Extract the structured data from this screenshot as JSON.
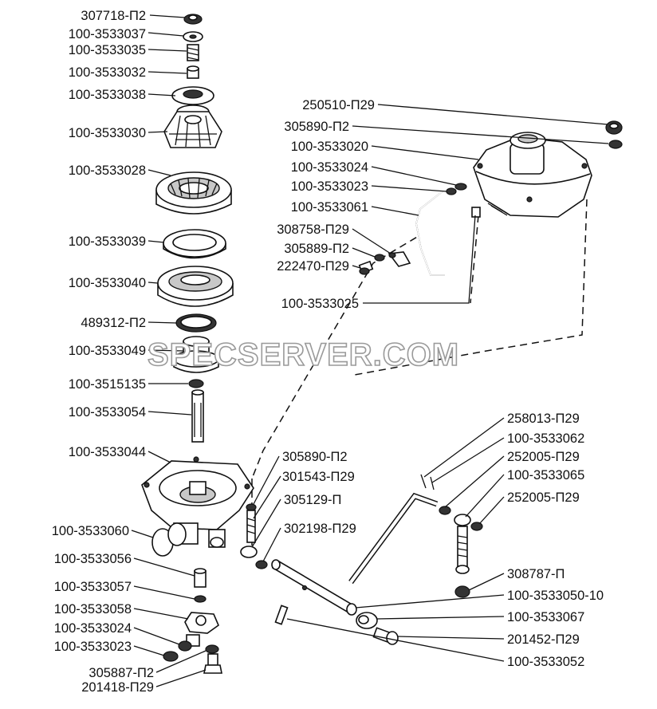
{
  "watermark": "SPECSERVER.COM",
  "labels": {
    "l01": "307718-П2",
    "l02": "100-3533037",
    "l03": "100-3533035",
    "l04": "100-3533032",
    "l05": "100-3533038",
    "l06": "100-3533030",
    "l07": "100-3533028",
    "l08": "100-3533039",
    "l09": "100-3533040",
    "l10": "489312-П2",
    "l11": "100-3533049",
    "l12": "100-3515135",
    "l13": "100-3533054",
    "l14": "100-3533044",
    "l15": "100-3533060",
    "l16": "100-3533056",
    "l17": "100-3533057",
    "l18": "100-3533058",
    "l19": "100-3533024",
    "l20": "100-3533023",
    "l21": "305887-П2",
    "l22": "201418-П29",
    "r01": "250510-П29",
    "r02": "305890-П2",
    "r03": "100-3533020",
    "r04": "100-3533024",
    "r05": "100-3533023",
    "r06": "100-3533061",
    "r07": "308758-П29",
    "r08": "305889-П2",
    "r09": "222470-П29",
    "r10": "100-3533025",
    "m01": "305890-П2",
    "m02": "301543-П29",
    "m03": "305129-П",
    "m04": "302198-П29",
    "b01": "258013-П29",
    "b02": "100-3533062",
    "b03": "252005-П29",
    "b04": "100-3533065",
    "b05": "252005-П29",
    "b06": "308787-П",
    "b07": "100-3533050-10",
    "b08": "100-3533067",
    "b09": "201452-П29",
    "b10": "100-3533052"
  }
}
